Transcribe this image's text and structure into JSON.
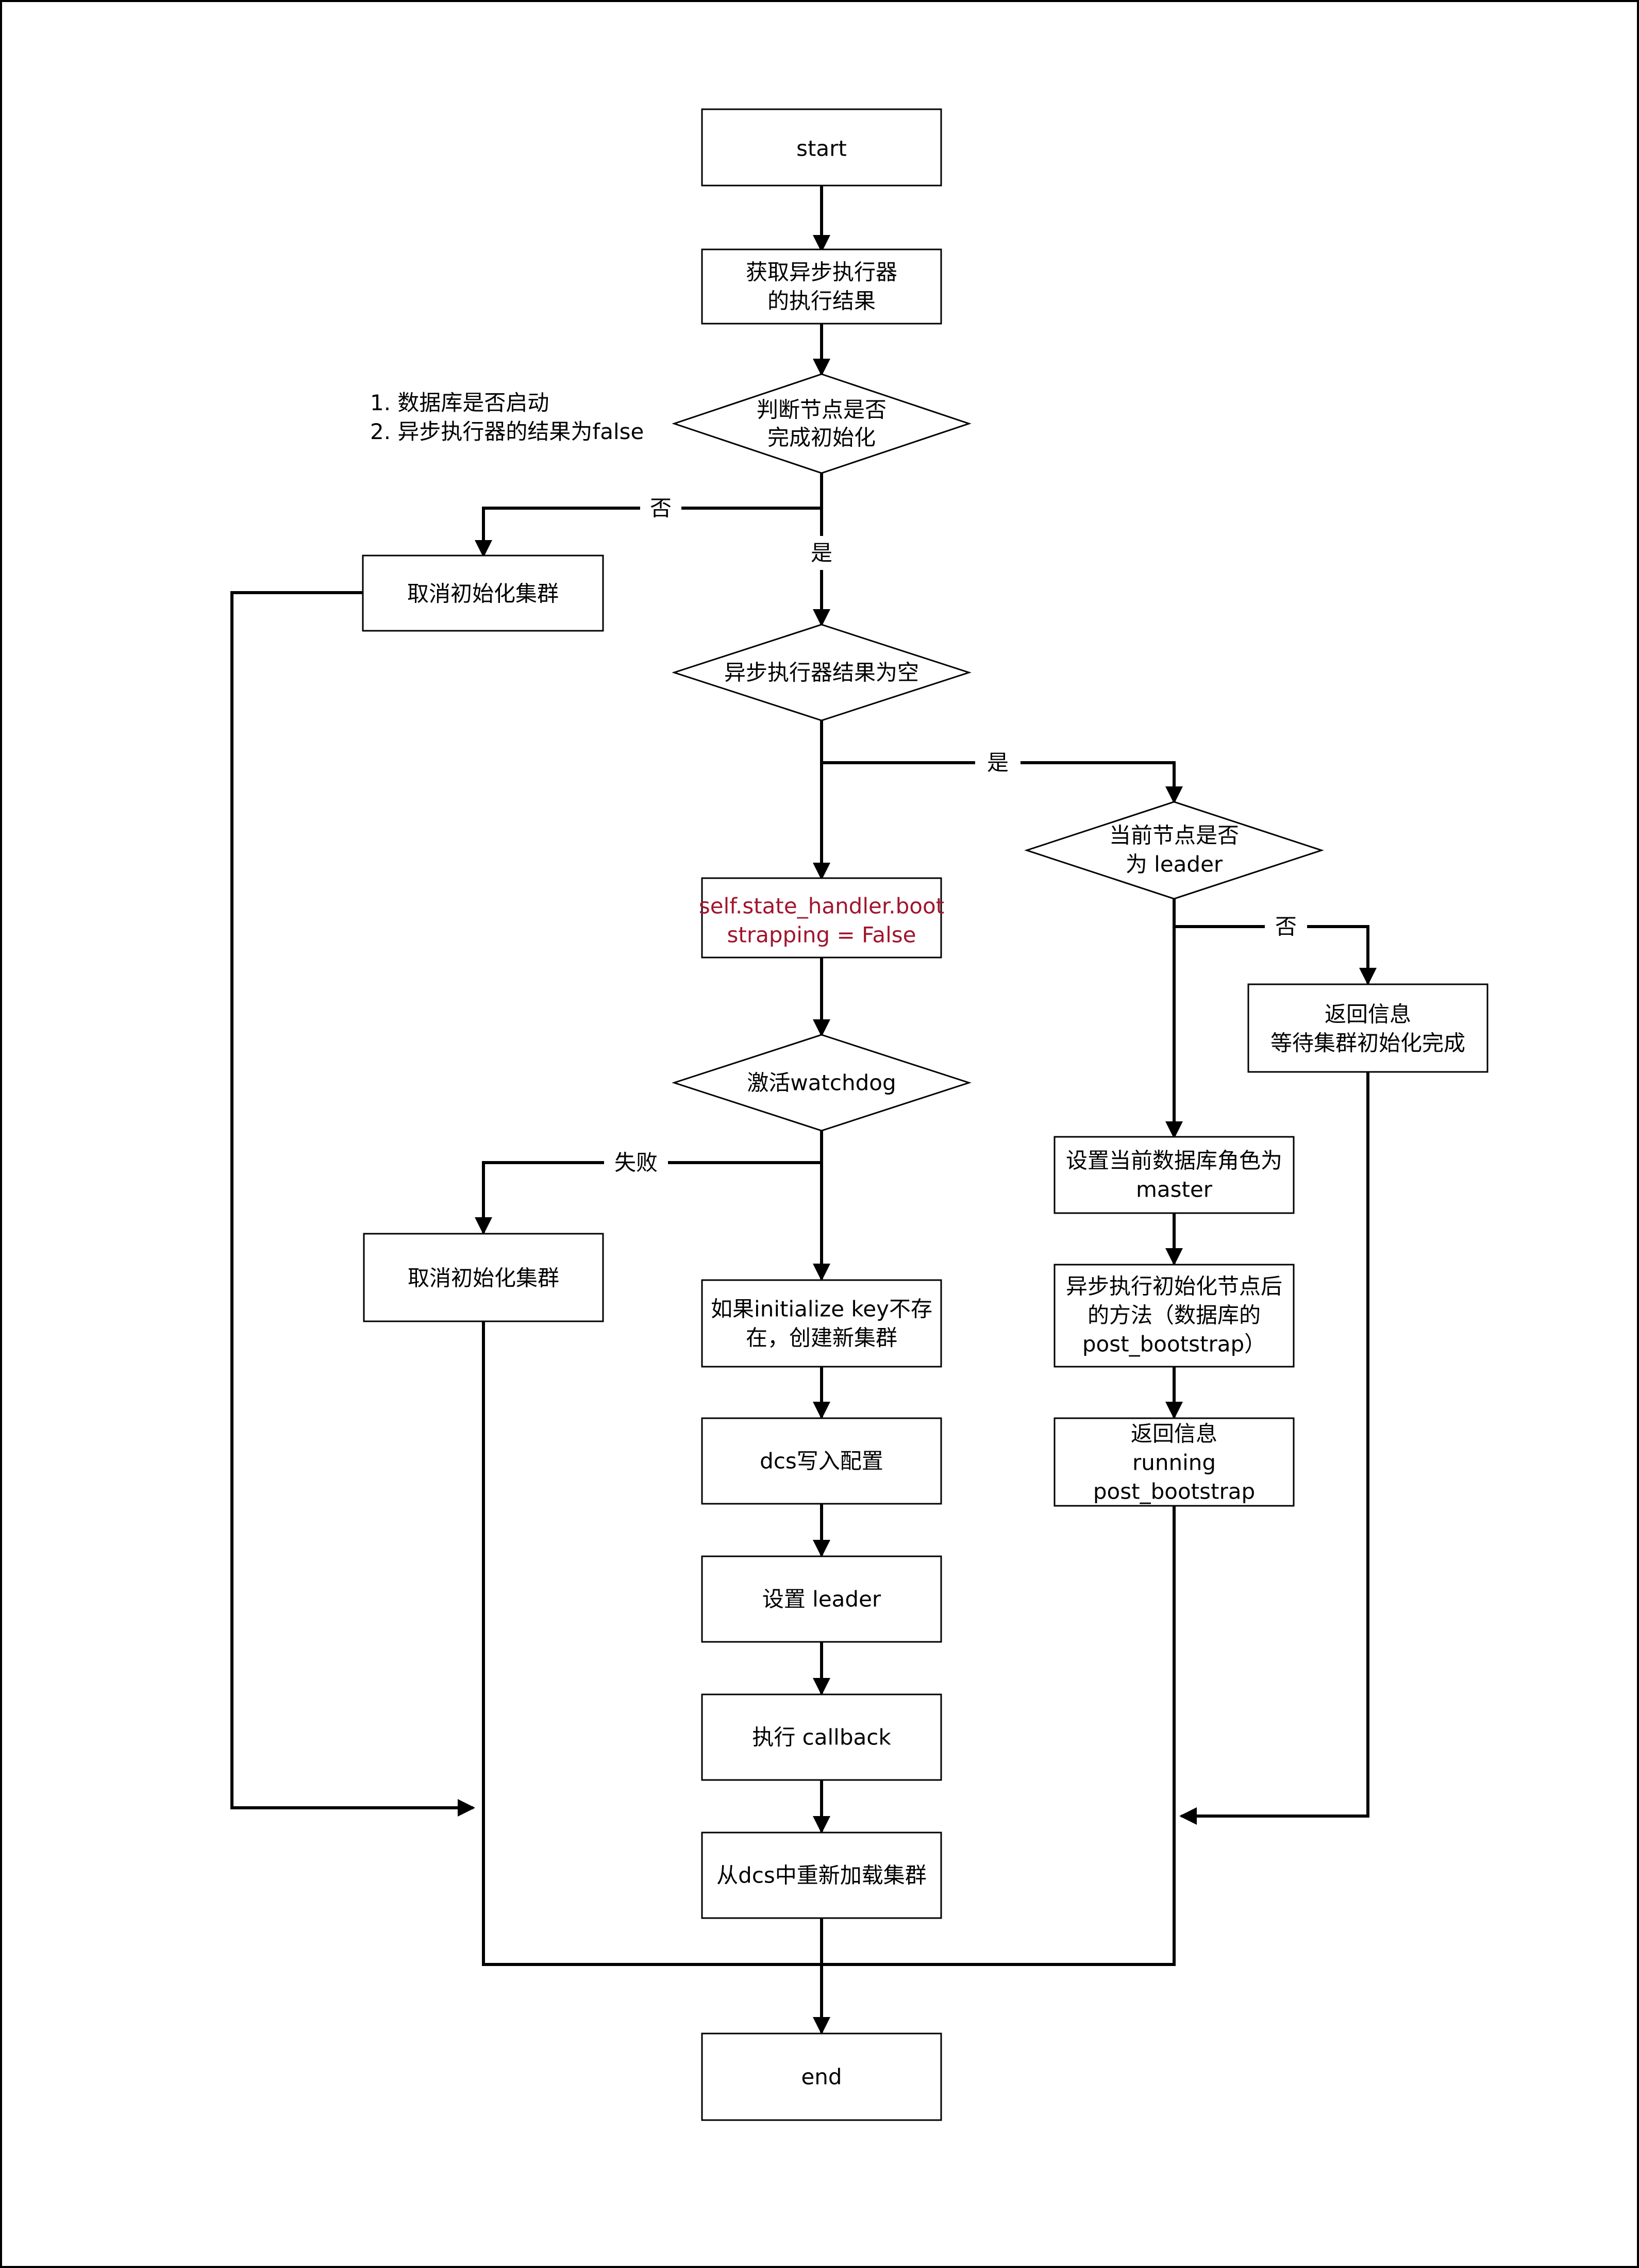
{
  "nodes": {
    "start": "start",
    "get_result": [
      "获取异步执行器",
      "的执行结果"
    ],
    "check_init": [
      "判断节点是否",
      "完成初始化"
    ],
    "cancel_init_1": "取消初始化集群",
    "result_empty": "异步执行器结果为空",
    "bootstrapping": [
      "self.state_handler.boot",
      "strapping = False"
    ],
    "is_leader": [
      "当前节点是否",
      "为 leader"
    ],
    "return_wait": [
      "返回信息",
      "等待集群初始化完成"
    ],
    "activate_watchdog": "激活watchdog",
    "cancel_init_2": "取消初始化集群",
    "create_cluster": [
      "如果initialize key不存",
      "在，创建新集群"
    ],
    "dcs_write": "dcs写入配置",
    "set_leader": "设置 leader",
    "run_callback": "执行 callback",
    "reload_cluster": "从dcs中重新加载集群",
    "set_master": [
      "设置当前数据库角色为",
      "master"
    ],
    "post_bootstrap": [
      "异步执行初始化节点后",
      "的方法（数据库的",
      "post_bootstrap）"
    ],
    "return_running": [
      "返回信息",
      "running",
      "post_bootstrap"
    ],
    "end": "end"
  },
  "note": [
    "1. 数据库是否启动",
    "2. 异步执行器的结果为false"
  ],
  "edge_labels": {
    "check_no": "否",
    "check_yes": "是",
    "empty_yes": "是",
    "leader_no": "否",
    "watchdog_fail": "失败"
  },
  "colors": {
    "line": "#000000",
    "text": "#000000",
    "highlight_text": "#a0152e",
    "background": "#ffffff"
  }
}
